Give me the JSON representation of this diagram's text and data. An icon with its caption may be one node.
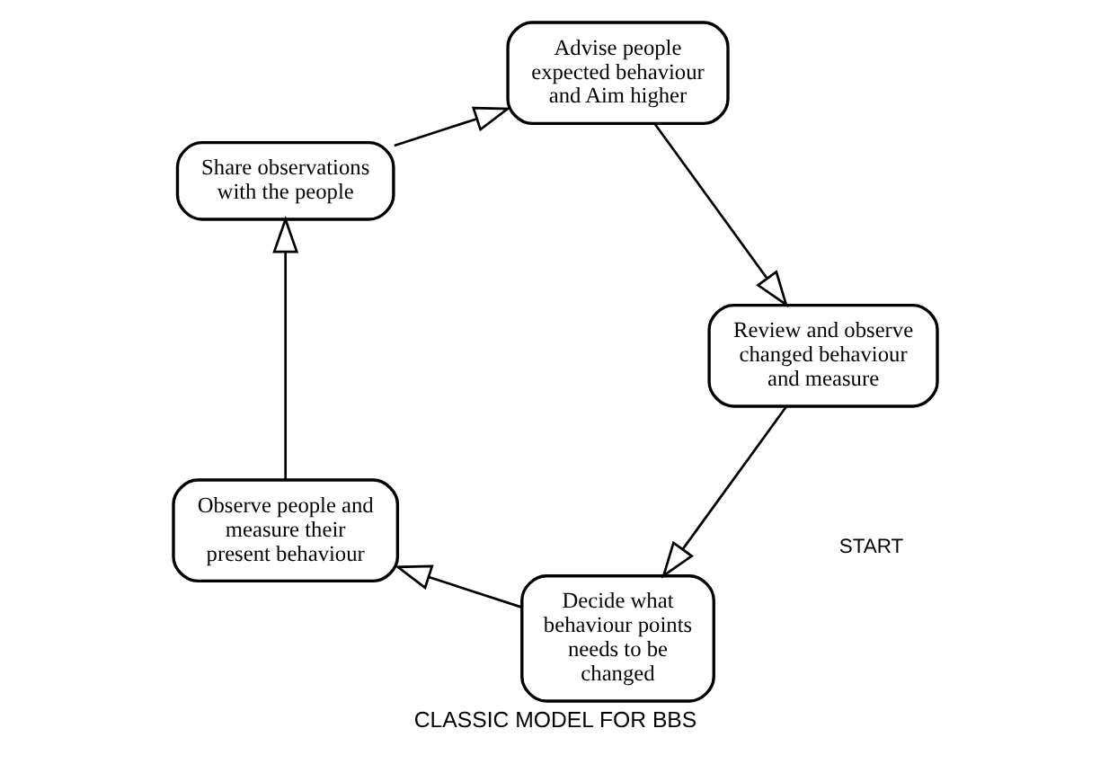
{
  "diagram": {
    "title": "CLASSIC MODEL FOR BBS",
    "nodes": [
      {
        "text": [
          "Decide what behaviour points needs to be changed"
        ]
      },
      {
        "text": [
          "Observe people and measure their present behaviour"
        ]
      },
      {
        "text": [
          "Share observations with the people"
        ]
      },
      {
        "text": [
          "Advise people expected behaviour and Aim higher"
        ]
      },
      {
        "text": [
          "Review and observe changed behaviour and measure"
        ]
      }
    ],
    "edges": [
      {
        "from": 0,
        "to": 1,
        "arrow": "to"
      },
      {
        "from": 1,
        "to": 2,
        "arrow": "to"
      },
      {
        "from": 2,
        "to": 3,
        "arrow": "to"
      },
      {
        "from": 3,
        "to": 4,
        "arrow": "to"
      },
      {
        "from": 4,
        "to": 0,
        "arrow": "to"
      }
    ],
    "labels": [
      "START"
    ]
  }
}
